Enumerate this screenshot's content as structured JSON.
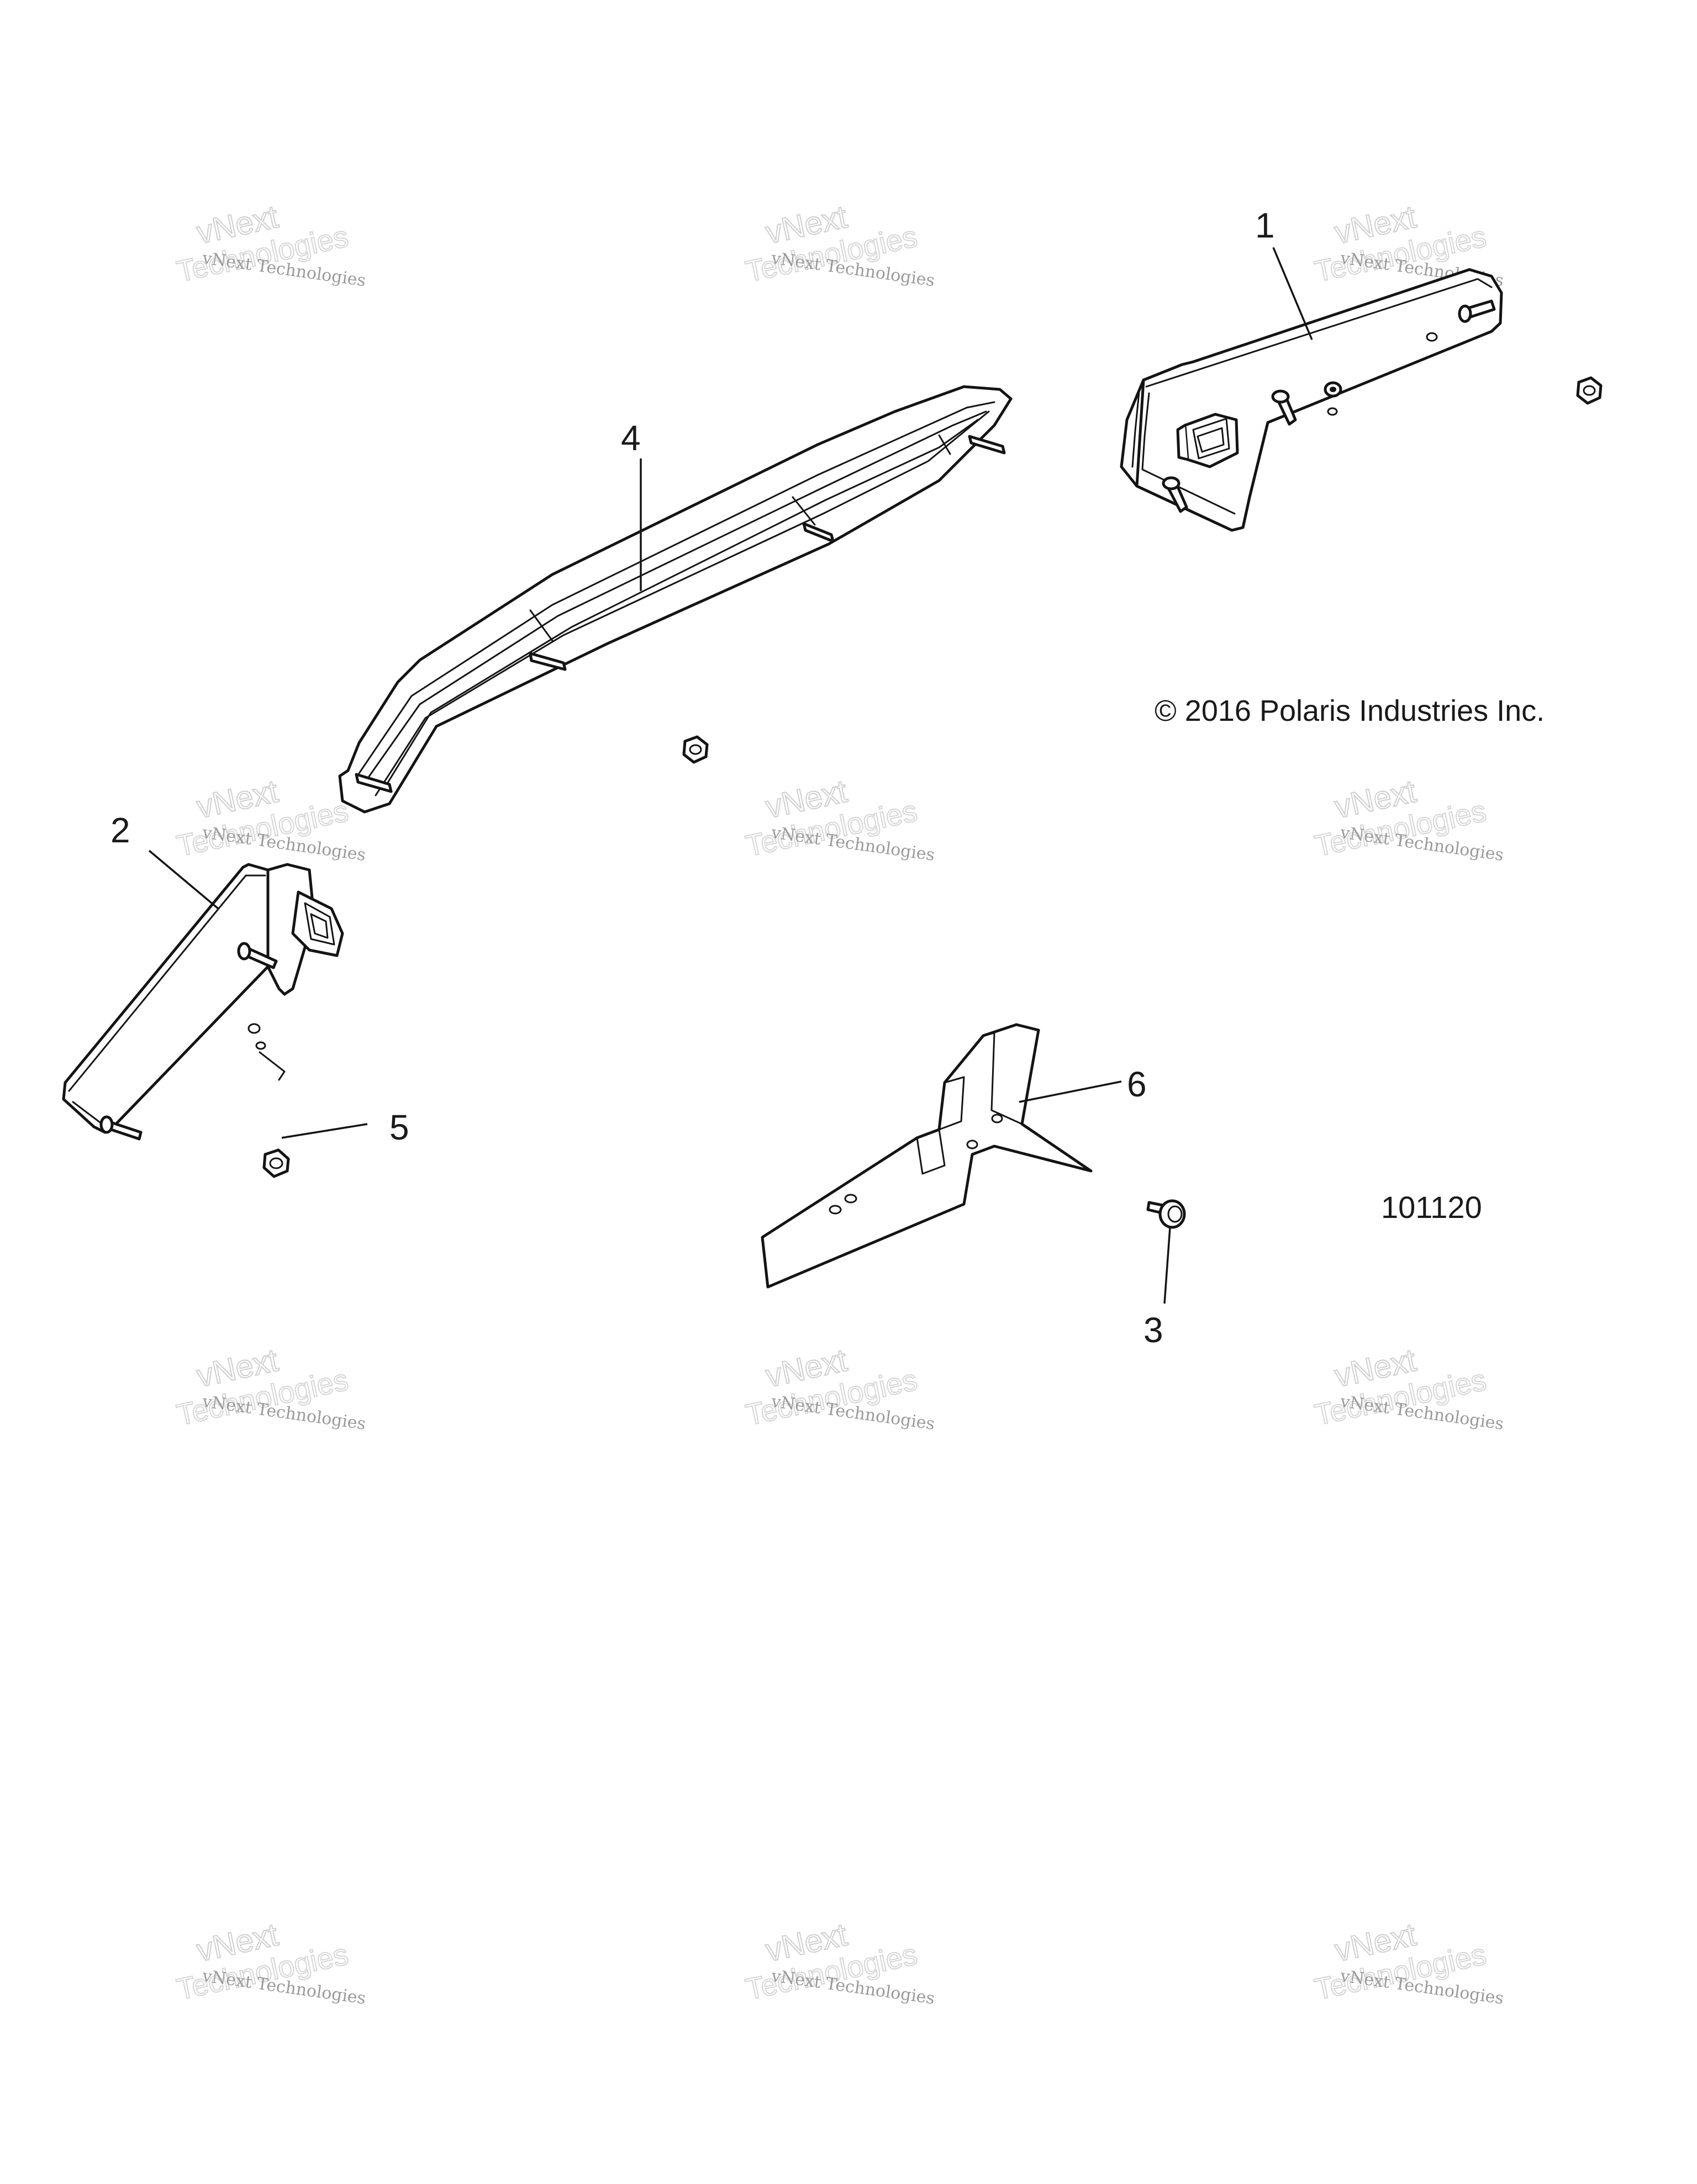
{
  "diagram": {
    "copyright": "© 2016 Polaris Industries Inc.",
    "figure_number": "101120",
    "callouts": [
      "1",
      "2",
      "3",
      "4",
      "5",
      "6"
    ],
    "watermark": {
      "line1": "vNext Technologies",
      "line2": "vNext",
      "line3": "Technologies"
    }
  }
}
